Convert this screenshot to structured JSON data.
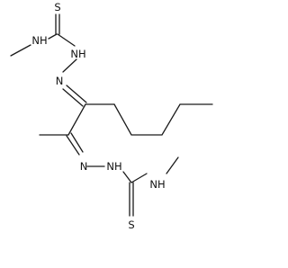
{
  "molecule": {
    "atoms": {
      "s_top": "S",
      "nh_top_methyl": "NH",
      "nh_top_hydrazine": "NH",
      "n_top_imine": "N",
      "n_bottom_imine": "N",
      "nh_bottom_hydrazine": "NH",
      "nh_bottom_methyl": "NH",
      "s_bottom": "S"
    },
    "colors": {
      "bond": "#1a1a1a",
      "label": "#111111",
      "background": "#ffffff"
    }
  }
}
